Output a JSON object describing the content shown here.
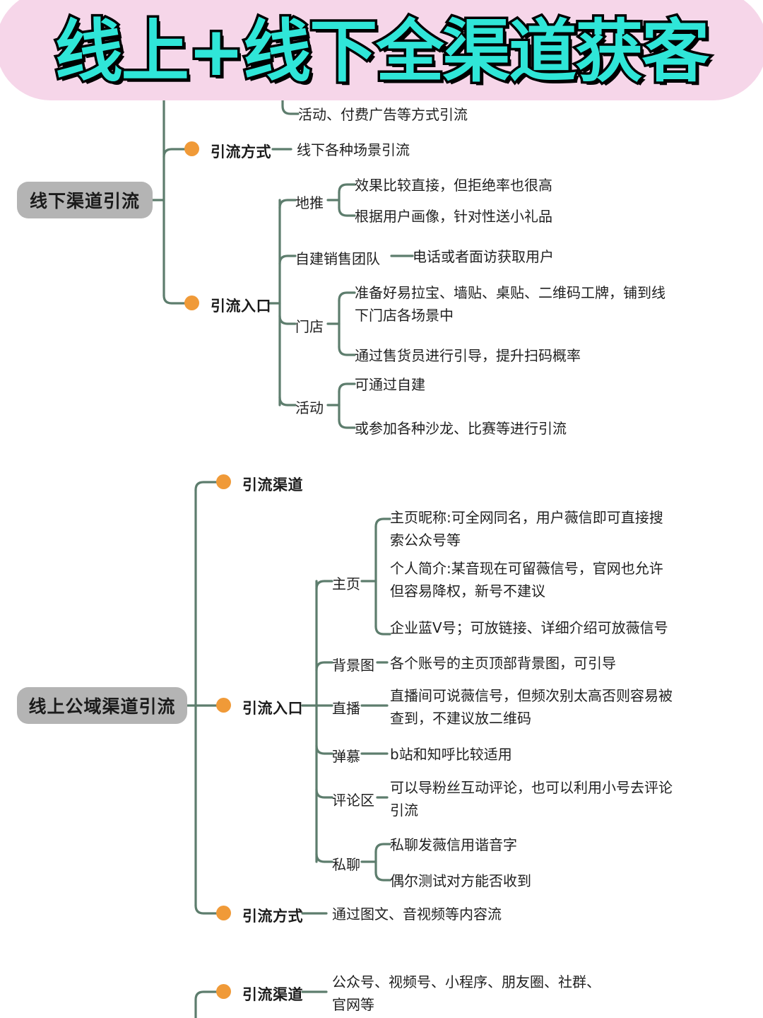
{
  "banner": {
    "title": "线上+线下全渠道获客",
    "bg_color": "#f6d6e9",
    "text_color": "#2fe6d8",
    "outline_color": "#000000"
  },
  "theme": {
    "line_color": "#5d7d6d",
    "dot_color": "#f09a38",
    "pill_bg": "#b4b4b4",
    "text_color": "#1f1f1f"
  },
  "orphan_leaf": {
    "text": "活动、付费广告等方式引流"
  },
  "sections": [
    {
      "id": "offline",
      "root": "线下渠道引流",
      "branches": [
        {
          "label": "引流方式",
          "leaf": "线下各种场景引流"
        },
        {
          "label": "引流入口",
          "children": [
            {
              "label": "地推",
              "leaves": [
                "效果比较直接，但拒绝率也很高",
                "根据用户画像，针对性送小礼品"
              ]
            },
            {
              "label": "自建销售团队",
              "leaves": [
                "电话或者面访获取用户"
              ]
            },
            {
              "label": "门店",
              "leaves": [
                "准备好易拉宝、墙贴、桌贴、二维码工牌，铺到线下门店各场景中",
                "通过售货员进行引导，提升扫码概率"
              ]
            },
            {
              "label": "活动",
              "leaves": [
                "可通过自建",
                "或参加各种沙龙、比赛等进行引流"
              ]
            }
          ]
        }
      ]
    },
    {
      "id": "online-public",
      "root": "线上公域渠道引流",
      "branches": [
        {
          "label": "引流渠道",
          "leaf": ""
        },
        {
          "label": "引流入口",
          "children": [
            {
              "label": "主页",
              "leaves": [
                "主页昵称:可全网同名，用户薇信即可直接搜索公众号等",
                "个人简介:某音现在可留薇信号，官网也允许但容易降权，新号不建议",
                "企业蓝V号；可放链接、详细介绍可放薇信号"
              ]
            },
            {
              "label": "背景图",
              "leaves": [
                "各个账号的主页顶部背景图，可引导"
              ]
            },
            {
              "label": "直播",
              "leaves": [
                "直播间可说薇信号，但频次别太高否则容易被查到，不建议放二维码"
              ]
            },
            {
              "label": "弹慕",
              "leaves": [
                "b站和知呼比较适用"
              ]
            },
            {
              "label": "评论区",
              "leaves": [
                "可以导粉丝互动评论，也可以利用小号去评论引流"
              ]
            },
            {
              "label": "私聊",
              "leaves": [
                "私聊发薇信用谐音字",
                "偶尔测试对方能否收到"
              ]
            }
          ]
        },
        {
          "label": "引流方式",
          "leaf": "通过图文、音视频等内容流"
        }
      ]
    },
    {
      "id": "online-private",
      "root": "",
      "branches": [
        {
          "label": "引流渠道",
          "leaf": "公众号、视频号、小程序、朋友圈、社群、官网等"
        }
      ]
    }
  ]
}
